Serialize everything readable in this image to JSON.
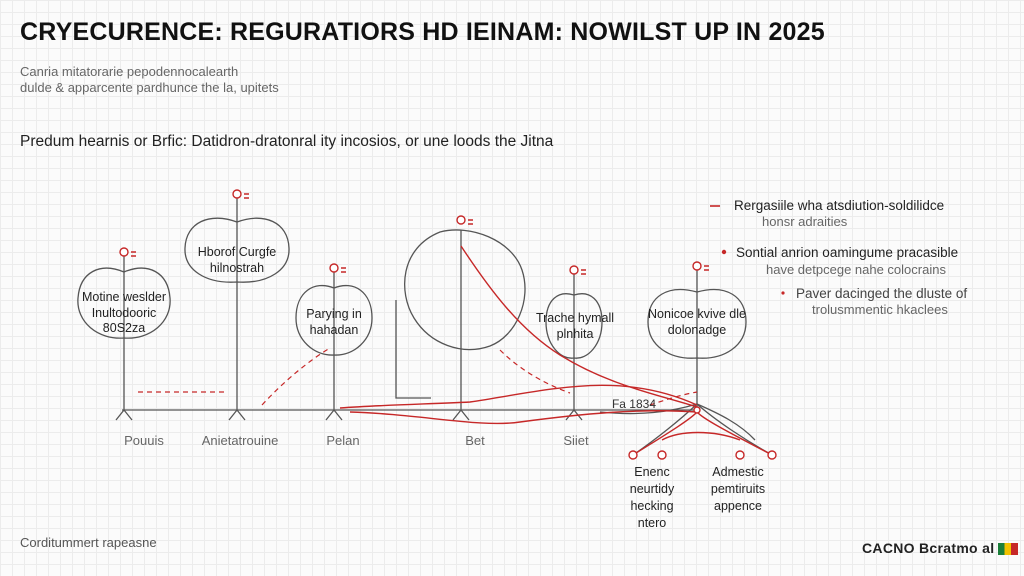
{
  "title": "CRYECURENCE: REGURATIORS HD IEINAM: NOWILST UP IN 2025",
  "subtitle": [
    "Canria mitatorarie pepodennocalearth",
    "dulde & apparcente pardhunce the la, upitets"
  ],
  "lead": "Predum hearnis or Brfic: Datidron-dratonral ity incosios, or une loods the Jitna",
  "nodes": [
    {
      "id": "n1",
      "lines": [
        "Motine weslder",
        "Inultodooric",
        "80S2za"
      ]
    },
    {
      "id": "n2",
      "lines": [
        "Hborof Curgfe",
        "hilnostrah"
      ]
    },
    {
      "id": "n3",
      "lines": [
        "Parying in",
        "hahadan"
      ]
    },
    {
      "id": "n4",
      "lines": []
    },
    {
      "id": "n5",
      "lines": [
        "Trache hymall",
        "plnhita"
      ]
    },
    {
      "id": "n6",
      "lines": [
        "Nonicoe kvive dle",
        "dolonadge"
      ]
    }
  ],
  "axis_labels": [
    "Pouuis",
    "Anietatrouine",
    "Pelan",
    "Bet",
    "Siiet"
  ],
  "junction_label": "Fa 1834",
  "branch_left": [
    "Enenc",
    "neurtidy",
    "hecking",
    "ntero"
  ],
  "branch_right": [
    "Admestic",
    "pemtiruits",
    "appence"
  ],
  "legend": [
    {
      "main": "Rergasiile wha atsdiution-soldilidce",
      "sub": "honsr adraities"
    },
    {
      "main": "Sontial anrion oamingume pracasible",
      "sub": "have detpcege nahe colocrains"
    },
    {
      "main": "Paver dacinged the dluste of",
      "sub": "trolusmmentic hkaclees"
    }
  ],
  "footer": "Corditummert rapeasne",
  "logo": "CACNO Bcratmo al",
  "colors": {
    "accent": "#c62828",
    "line": "#555555"
  }
}
